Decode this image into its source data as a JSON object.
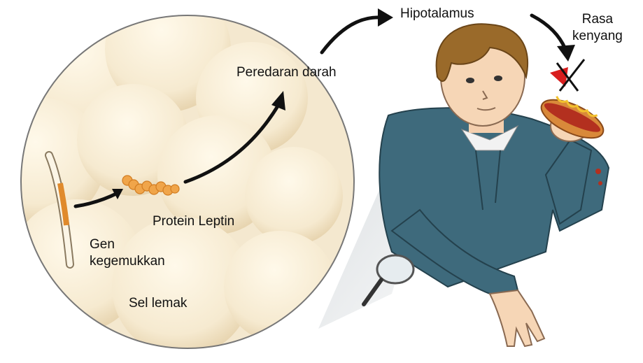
{
  "labels": {
    "gen_line1": "Gen",
    "gen_line2": "kegemukkan",
    "sel_lemak": "Sel lemak",
    "protein_leptin": "Protein Leptin",
    "peredaran_darah": "Peredaran darah",
    "hipotalamus": "Hipotalamus",
    "rasa_line1": "Rasa",
    "rasa_line2": "kenyang"
  },
  "colors": {
    "fat_cell": "#f8efd9",
    "fat_cell_shade": "#e6d4b0",
    "gene_highlight": "#e08a2c",
    "leptin": "#f0a54a",
    "arrow": "#111111",
    "hoodie": "#3e6a7c",
    "hair": "#9a6a2a",
    "cross_mark": "#d81e1e"
  },
  "icons": {
    "zoom_lens": "magnifier-icon",
    "satiety_blocked": "cross-icon"
  }
}
